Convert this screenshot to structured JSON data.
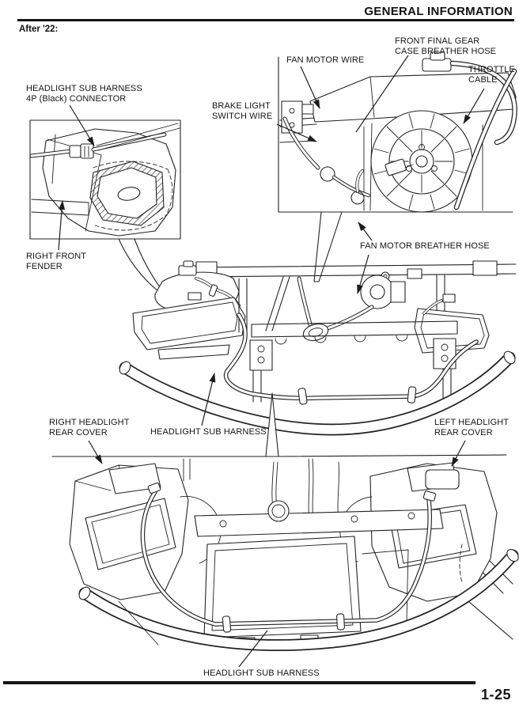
{
  "colors": {
    "ink": "#1a1a1a",
    "paper": "#ffffff"
  },
  "header": {
    "title": "GENERAL INFORMATION"
  },
  "subtitle": "After '22:",
  "footer": {
    "page_number": "1-25"
  },
  "callouts": {
    "headlight_sub_harness_4p_connector": "HEADLIGHT SUB HARNESS\n4P (Black) CONNECTOR",
    "right_front_fender": "RIGHT FRONT\nFENDER",
    "brake_light_switch_wire": "BRAKE LIGHT\nSWITCH WIRE",
    "fan_motor_wire": "FAN MOTOR WIRE",
    "front_final_gear_case_breather_hose": "FRONT FINAL GEAR\nCASE BREATHER HOSE",
    "throttle_cable": "THROTTLE\nCABLE",
    "fan_motor_breather_hose": "FAN MOTOR BREATHER HOSE",
    "right_headlight_rear_cover": "RIGHT HEADLIGHT\nREAR COVER",
    "headlight_sub_harness_mid": "HEADLIGHT SUB HARNESS",
    "left_headlight_rear_cover": "LEFT HEADLIGHT\nREAR COVER",
    "headlight_sub_harness_bottom": "HEADLIGHT SUB HARNESS"
  }
}
